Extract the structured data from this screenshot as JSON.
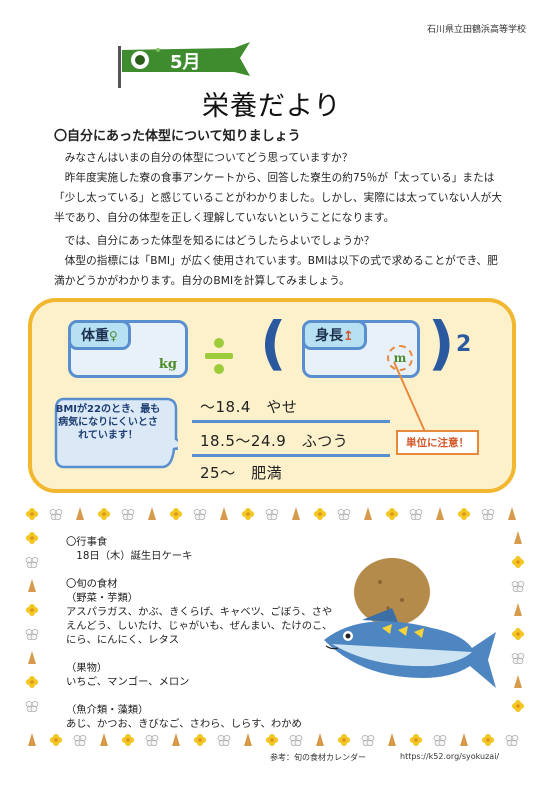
{
  "header": {
    "school": "石川県立田鶴浜高等学校",
    "month_badge": "5月",
    "title": "栄養だより"
  },
  "section": {
    "heading": "〇自分にあった体型について知りましょう"
  },
  "paragraphs": {
    "p1": "　みなさんはいまの自分の体型についてどう思っていますか？",
    "p2": "　昨年度実施した寮の食事アンケートから、回答した寮生の約75％が「太っている」または「少し太っている」と感じていることがわかりました。しかし、実際には太っていない人が大半であり、自分の体型を正しく理解していないということになります。",
    "p3": "　では、自分にあった体型を知るにはどうしたらよいでしょうか？",
    "p4": "　体型の指標には「BMI」が広く使用されています。BMIは以下の式で求めることができ、肥満かどうかがわかります。自分のBMIを計算してみましょう。"
  },
  "bmi": {
    "weight_label": "体重",
    "weight_unit": "kg",
    "height_label": "身長",
    "height_unit": "m",
    "open_paren": "(",
    "close_paren": ")",
    "square": "2",
    "note": "BMIが22のとき、最も病気になりにくいとされています！",
    "ranges": [
      "～18.4　やせ",
      "18.5～24.9　ふつう",
      "25～　肥満"
    ],
    "warning": "単位に注意！",
    "colors": {
      "frame": "#f2b731",
      "box": "#5a8fcf",
      "warning": "#e88a3c"
    }
  },
  "events": {
    "heading": "〇行事食",
    "item": "　18日（木）誕生日ケーキ"
  },
  "seasonal": {
    "heading": "〇旬の食材",
    "veg_title": "（野菜・芋類）",
    "veg_line1": "アスパラガス、かぶ、きくらげ、キャベツ、ごぼう、さや",
    "veg_line2": "えんどう、しいたけ、じゃがいも、ぜんまい、たけのこ、",
    "veg_line3": "にら、にんにく、レタス",
    "fruit_title": "（果物）",
    "fruit_line": "いちご、マンゴー、メロン",
    "fish_title": "（魚介類・藻類）",
    "fish_line": "あじ、かつお、きびなご、さわら、しらす、わかめ"
  },
  "footer": {
    "reference": "参考：旬の食材カレンダー",
    "url": "https://k52.org/syokuzai/"
  }
}
